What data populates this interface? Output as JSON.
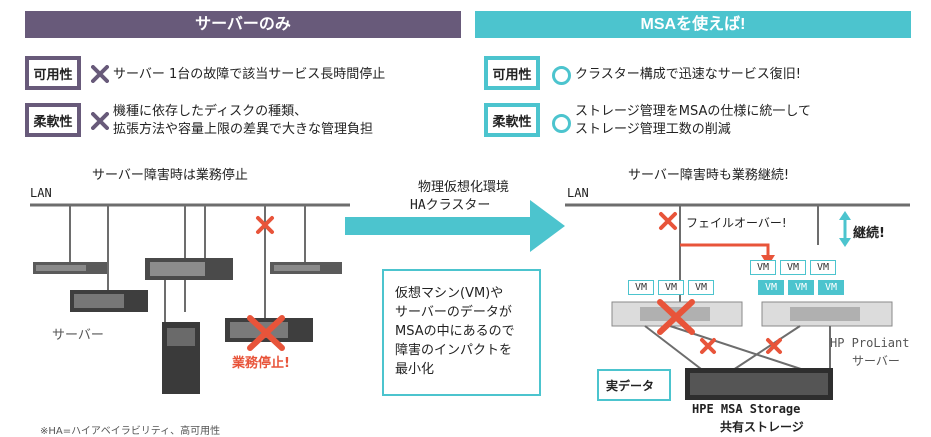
{
  "left_header": "サーバーのみ",
  "right_header": "MSAを使えば!",
  "rows": [
    {
      "tag": "可用性",
      "left": [
        "サーバー 1台の故障で該当サービス長時間停止"
      ],
      "right": [
        "クラスター構成で迅速なサービス復旧!"
      ]
    },
    {
      "tag": "柔軟性",
      "left": [
        "機種に依存したディスクの種類、",
        "拡張方法や容量上限の差異で大きな管理負担"
      ],
      "right": [
        "ストレージ管理をMSAの仕様に統一して",
        "ストレージ管理工数の削減"
      ]
    }
  ],
  "left_diagram": {
    "title": "サーバー障害時は業務停止",
    "lan": "LAN",
    "server_label": "サーバー",
    "stop_label": "業務停止!"
  },
  "middle": {
    "line1": "物理仮想化環境",
    "line2": "HAクラスター",
    "box_lines": [
      "仮想マシン(VM)や",
      "サーバーのデータが",
      "MSAの中にあるので",
      "障害のインパクトを",
      "最小化"
    ]
  },
  "right_diagram": {
    "title": "サーバー障害時も業務継続!",
    "lan": "LAN",
    "failover": "フェイルオーバー!",
    "continue": "継続!",
    "vm": "VM",
    "server_label_1": "HP ProLiant",
    "server_label_2": "サーバー",
    "real_data": "実データ",
    "storage_1": "HPE MSA Storage",
    "storage_2": "共有ストレージ"
  },
  "footnote": "※HA=ハイアベイラビリティ、高可用性",
  "colors": {
    "purple": "#685a7a",
    "teal": "#4cc4ce",
    "red": "#e8543a"
  }
}
